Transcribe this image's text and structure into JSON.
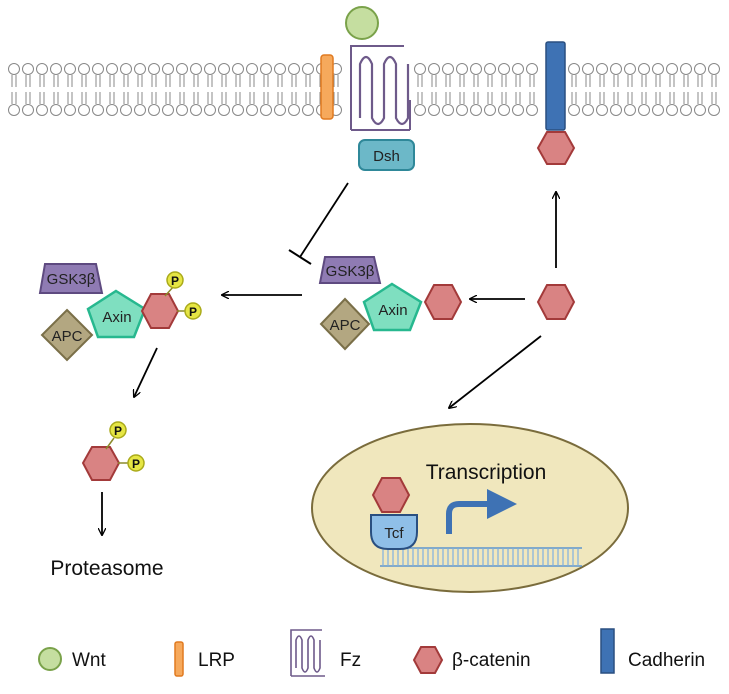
{
  "labels": {
    "dsh": "Dsh",
    "gsk3b": "GSK3β",
    "axin": "Axin",
    "apc": "APC",
    "p": "P",
    "tcf": "Tcf",
    "transcription": "Transcription",
    "proteasome": "Proteasome"
  },
  "legend": [
    {
      "key": "wnt",
      "label": "Wnt"
    },
    {
      "key": "lrp",
      "label": "LRP"
    },
    {
      "key": "fz",
      "label": "Fz"
    },
    {
      "key": "bcat",
      "label": "β-catenin"
    },
    {
      "key": "cadherin",
      "label": "Cadherin"
    }
  ],
  "colors": {
    "wnt": "#c5dea0",
    "lrp": "#f6a95c",
    "fz": "#6e5a8a",
    "bcat": "#d98383",
    "cadherin": "#3e72b4",
    "gsk3b": "#8f7bb3",
    "axin": "#7fdfc0",
    "apc": "#b3a781",
    "phospho": "#e6e644",
    "dsh": "#6cb8c8",
    "tcf": "#8fbfe8",
    "nucleus": "#f0e7bd",
    "dna": "#7fb0e0"
  }
}
